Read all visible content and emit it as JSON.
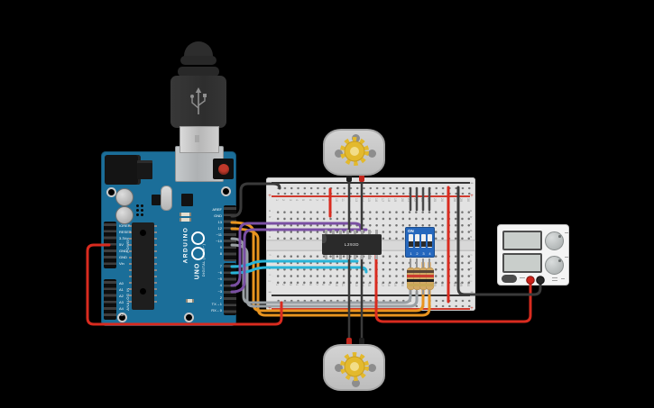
{
  "colors": {
    "background": "#000000",
    "arduino_blue": "#1b6e99",
    "breadboard_body": "#e2e2e2",
    "rail_red": "#d03a2e",
    "rail_black": "#343434",
    "wire_red": "#d92b1f",
    "wire_orange": "#e8941f",
    "wire_gray": "#9aa0a4",
    "wire_cyan": "#29b4d8",
    "wire_purple": "#7a4fa3",
    "wire_black": "#3a3a3a",
    "ic_body": "#2a2a2a",
    "dip_blue": "#2567bd",
    "resistor_tan": "#d2a964",
    "gear_gold": "#e3b92d",
    "psu_body": "#f4f4f4",
    "terminal_red": "#cc2018",
    "terminal_black": "#262626"
  },
  "arduino": {
    "brand": "ARDUINO",
    "model": "UNO",
    "digital_header_label": "DIGITAL (PWM~)",
    "digital_pins": [
      "AREF",
      "GND",
      "13",
      "12",
      "~11",
      "~10",
      "9",
      "8",
      "7",
      "~6",
      "~5",
      "4",
      "~3",
      "2",
      "TX→1",
      "RX←0"
    ],
    "power_header_label": "POWER",
    "power_pins": [
      "IOREF",
      "RESET",
      "3.3V",
      "5V",
      "GND",
      "GND",
      "Vin"
    ],
    "analog_header_label": "ANALOG IN",
    "analog_pins": [
      "A0",
      "A1",
      "A2",
      "A3",
      "A4",
      "A5"
    ]
  },
  "breadboard": {
    "column_numbers": [
      "1",
      "2",
      "3",
      "4",
      "5",
      "6",
      "7",
      "8",
      "9",
      "10",
      "11",
      "12",
      "13",
      "14",
      "15",
      "16",
      "17",
      "18",
      "19",
      "20",
      "21",
      "22",
      "23",
      "24",
      "25",
      "26",
      "27",
      "28",
      "29",
      "30"
    ],
    "row_letters_top": [
      "a",
      "b",
      "c",
      "d",
      "e"
    ],
    "row_letters_bottom": [
      "f",
      "g",
      "h",
      "i",
      "j"
    ],
    "rail_positive": "+",
    "rail_negative": "−"
  },
  "ic": {
    "label": "L293D"
  },
  "dip_switch": {
    "on_label": "ON",
    "positions": [
      "1",
      "2",
      "3",
      "4"
    ]
  },
  "resistor_count": 4,
  "motors": [
    {
      "id": "dc-motor-top"
    },
    {
      "id": "dc-motor-bottom"
    }
  ]
}
